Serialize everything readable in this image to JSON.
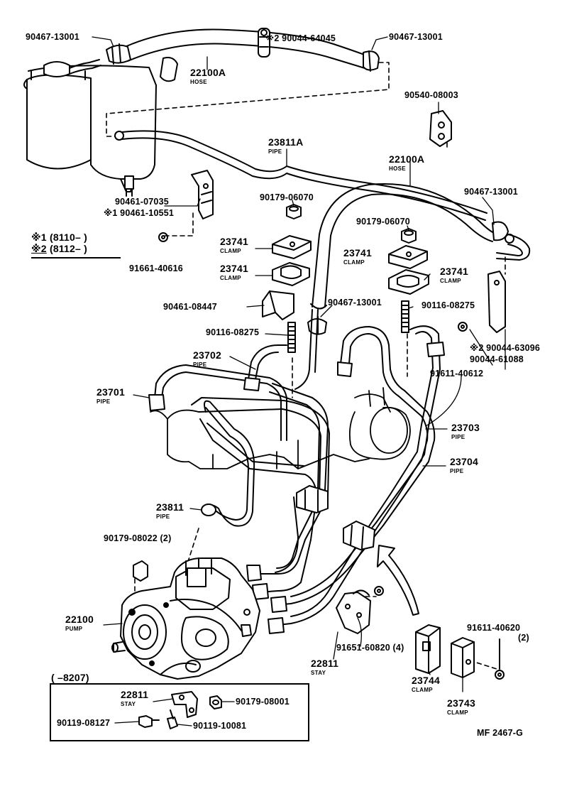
{
  "parts": {
    "p90467_13001_a": "90467-13001",
    "p90044_64045": "※2 90044-64045",
    "p90467_13001_b": "90467-13001",
    "p22100A_a": "22100A",
    "hose_a": "HOSE",
    "p90540_08003": "90540-08003",
    "p23811A": "23811A",
    "pipe_23811A": "PIPE",
    "p22100A_b": "22100A",
    "hose_b": "HOSE",
    "p90461_07035": "90461-07035",
    "p90461_10551": "※1 90461-10551",
    "p90179_06070_a": "90179-06070",
    "p90467_13001_c": "90467-13001",
    "p90179_06070_b": "90179-06070",
    "note1_mark": "※1",
    "note1_text": "(8110–        )",
    "note2_mark": "※2",
    "note2_text": "(8112–        )",
    "p23741_a": "23741",
    "clamp_a": "CLAMP",
    "p23741_b": "23741",
    "clamp_b": "CLAMP",
    "p23741_c": "23741",
    "clamp_c": "CLAMP",
    "p23741_d": "23741",
    "clamp_d": "CLAMP",
    "p91661_40616": "91661-40616",
    "p90461_08447": "90461-08447",
    "p90467_13001_d": "90467-13001",
    "p90116_08275_a": "90116-08275",
    "p90116_08275_b": "90116-08275",
    "p90044_63096": "※2 90044-63096",
    "p90044_61088": "90044-61088",
    "p23702": "23702",
    "pipe_23702": "PIPE",
    "p91611_40612": "91611-40612",
    "p23701": "23701",
    "pipe_23701": "PIPE",
    "p23703": "23703",
    "pipe_23703": "PIPE",
    "p23704": "23704",
    "pipe_23704": "PIPE",
    "p23811": "23811",
    "pipe_23811": "PIPE",
    "p90179_08022": "90179-08022 (2)",
    "p22100": "22100",
    "pump_22100": "PUMP",
    "p91611_40620": "91611-40620",
    "p91611_40620_qty": "(2)",
    "p91651_60820": "91651-60820 (4)",
    "p22811_a": "22811",
    "stay_a": "STAY",
    "p23744": "23744",
    "clamp_23744": "CLAMP",
    "p23743": "23743",
    "clamp_23743": "CLAMP",
    "inset_range": "(        –8207)",
    "p22811_b": "22811",
    "stay_b": "STAY",
    "p90179_08001": "90179-08001",
    "p90119_08127": "90119-08127",
    "p90119_10081": "90119-10081",
    "figure_code": "MF 2467-G"
  }
}
